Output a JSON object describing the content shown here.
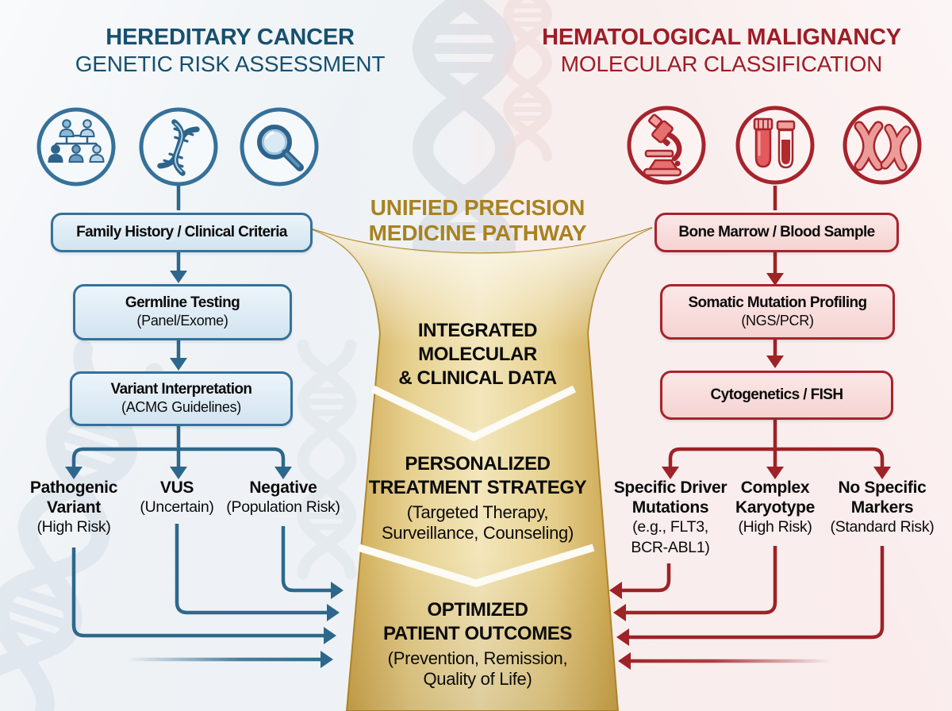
{
  "theme": {
    "blue": "#2d688c",
    "blue-dark": "#17506f",
    "blue-border": "#35719a",
    "red": "#9e2226",
    "red-dark": "#9d1d26",
    "red-border": "#a7242c",
    "gold": "#a8821e",
    "ink": "#0b0b0b"
  },
  "left_panel": {
    "title_line1": "HEREDITARY CANCER",
    "title_line2": "GENETIC RISK ASSESSMENT",
    "icons": [
      "family-tree-icon",
      "dna-helix-icon",
      "search-icon"
    ],
    "steps": [
      {
        "title": "Family History / Clinical Criteria",
        "subtitle": ""
      },
      {
        "title": "Germline Testing",
        "subtitle": "(Panel/Exome)"
      },
      {
        "title": "Variant Interpretation",
        "subtitle": "(ACMG Guidelines)"
      }
    ],
    "outcomes": [
      {
        "title": "Pathogenic\nVariant",
        "subtitle": "(High Risk)"
      },
      {
        "title": "VUS",
        "subtitle": "(Uncertain)"
      },
      {
        "title": "Negative",
        "subtitle": "(Population Risk)"
      }
    ]
  },
  "right_panel": {
    "title_line1": "HEMATOLOGICAL MALIGNANCY",
    "title_line2": "MOLECULAR CLASSIFICATION",
    "icons": [
      "microscope-icon",
      "blood-tubes-icon",
      "chromosomes-icon"
    ],
    "steps": [
      {
        "title": "Bone Marrow / Blood Sample",
        "subtitle": ""
      },
      {
        "title": "Somatic Mutation Profiling",
        "subtitle": "(NGS/PCR)"
      },
      {
        "title": "Cytogenetics / FISH",
        "subtitle": ""
      }
    ],
    "outcomes": [
      {
        "title": "Specific Driver\nMutations",
        "subtitle": "(e.g., FLT3,\nBCR-ABL1)"
      },
      {
        "title": "Complex\nKaryotype",
        "subtitle": "(High Risk)"
      },
      {
        "title": "No Specific\nMarkers",
        "subtitle": "(Standard Risk)"
      }
    ]
  },
  "center_pathway": {
    "title_line1": "UNIFIED PRECISION",
    "title_line2": "MEDICINE PATHWAY",
    "stages": [
      {
        "title": "INTEGRATED\nMOLECULAR\n& CLINICAL DATA",
        "subtitle": ""
      },
      {
        "title": "PERSONALIZED\nTREATMENT STRATEGY",
        "subtitle": "(Targeted Therapy,\nSurveillance, Counseling)"
      },
      {
        "title": "OPTIMIZED\nPATIENT OUTCOMES",
        "subtitle": "(Prevention, Remission,\nQuality of Life)"
      }
    ]
  }
}
